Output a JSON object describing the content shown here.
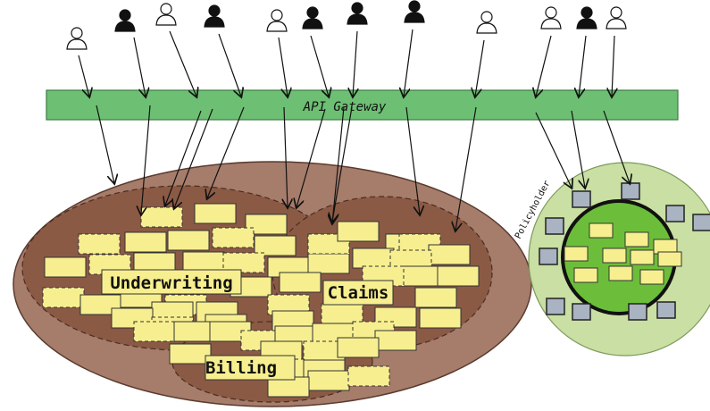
{
  "gateway": {
    "label": "API Gateway",
    "color": "#6dbf73"
  },
  "contexts": {
    "underwriting": {
      "label": "Underwriting"
    },
    "claims": {
      "label": "Claims"
    },
    "billing": {
      "label": "Billing"
    }
  },
  "policyholder": {
    "label": "Policyholder",
    "outer_color": "#c9dfa3",
    "inner_color": "#6cbe3a"
  },
  "legacy": {
    "outer_color": "#a67c6b",
    "region_color": "#8a5a45"
  },
  "note_color": "#f7ef8f",
  "users": [
    "user-outline",
    "user-filled",
    "user-outline",
    "user-filled",
    "user-outline",
    "user-filled",
    "user-filled",
    "user-filled",
    "user-outline",
    "user-outline",
    "user-filled",
    "user-outline"
  ]
}
